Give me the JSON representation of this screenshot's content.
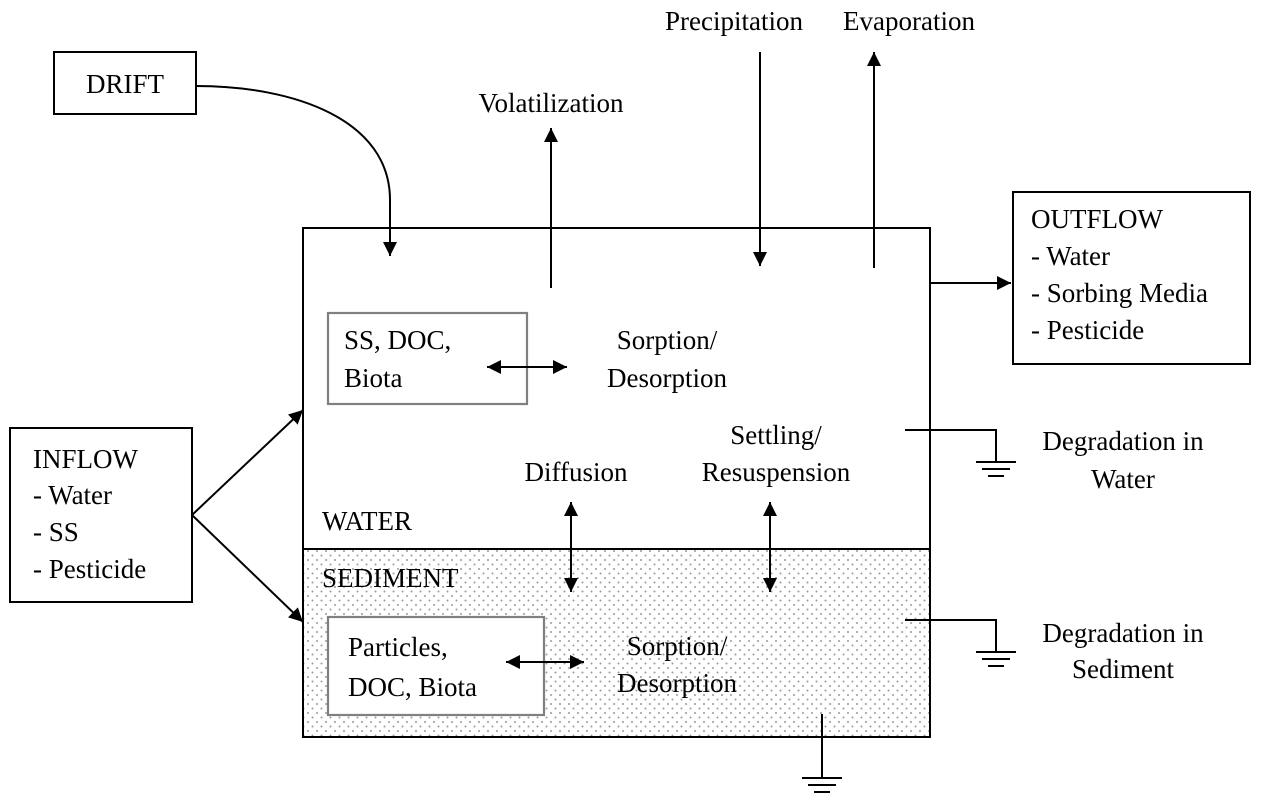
{
  "labels": {
    "drift": "DRIFT",
    "volatilization": "Volatilization",
    "precipitation": "Precipitation",
    "evaporation": "Evaporation",
    "outflow": [
      "OUTFLOW",
      "- Water",
      "- Sorbing Media",
      "- Pesticide"
    ],
    "inflow": [
      "INFLOW",
      "- Water",
      "- SS",
      "- Pesticide"
    ],
    "water_sorbent": [
      "SS, DOC,",
      "Biota"
    ],
    "water_sorption": [
      "Sorption/",
      "Desorption"
    ],
    "settling": [
      "Settling/",
      "Resuspension"
    ],
    "diffusion": "Diffusion",
    "water": "WATER",
    "sediment": "SEDIMENT",
    "sediment_sorbent": [
      "Particles,",
      "DOC, Biota"
    ],
    "sediment_sorption": [
      "Sorption/",
      "Desorption"
    ],
    "degradation_water": [
      "Degradation in",
      "Water"
    ],
    "degradation_sediment": [
      "Degradation in",
      "Sediment"
    ]
  },
  "colors": {
    "line": "#000000",
    "sorbent_box_border": "#808080",
    "sediment_dots": "#9a9a9a",
    "background": "#ffffff"
  }
}
